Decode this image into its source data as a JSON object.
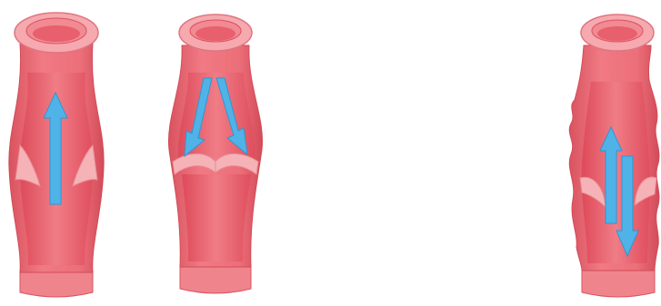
{
  "figure": {
    "colors": {
      "wall": "#ec6f79",
      "wall_dark": "#d9535f",
      "wall_light": "#f49aa1",
      "lumen": "#e85563",
      "lumen_light": "#f0808a",
      "rim": "#f6a9ae",
      "rim_inner": "#f18a93",
      "valve": "#f5b3b7",
      "arrow": "#4fb3e8",
      "arrow_edge": "#2f96d2"
    },
    "panels": [
      {
        "id": "open-valve-vein",
        "valve_state": "open",
        "arrows": [
          {
            "direction": "up"
          }
        ]
      },
      {
        "id": "closed-valve-vein",
        "valve_state": "closed",
        "arrows": [
          {
            "direction": "down"
          },
          {
            "direction": "down"
          }
        ]
      },
      {
        "id": "varicose-vein",
        "valve_state": "incompetent",
        "arrows": [
          {
            "direction": "up"
          },
          {
            "direction": "down"
          }
        ]
      }
    ]
  }
}
